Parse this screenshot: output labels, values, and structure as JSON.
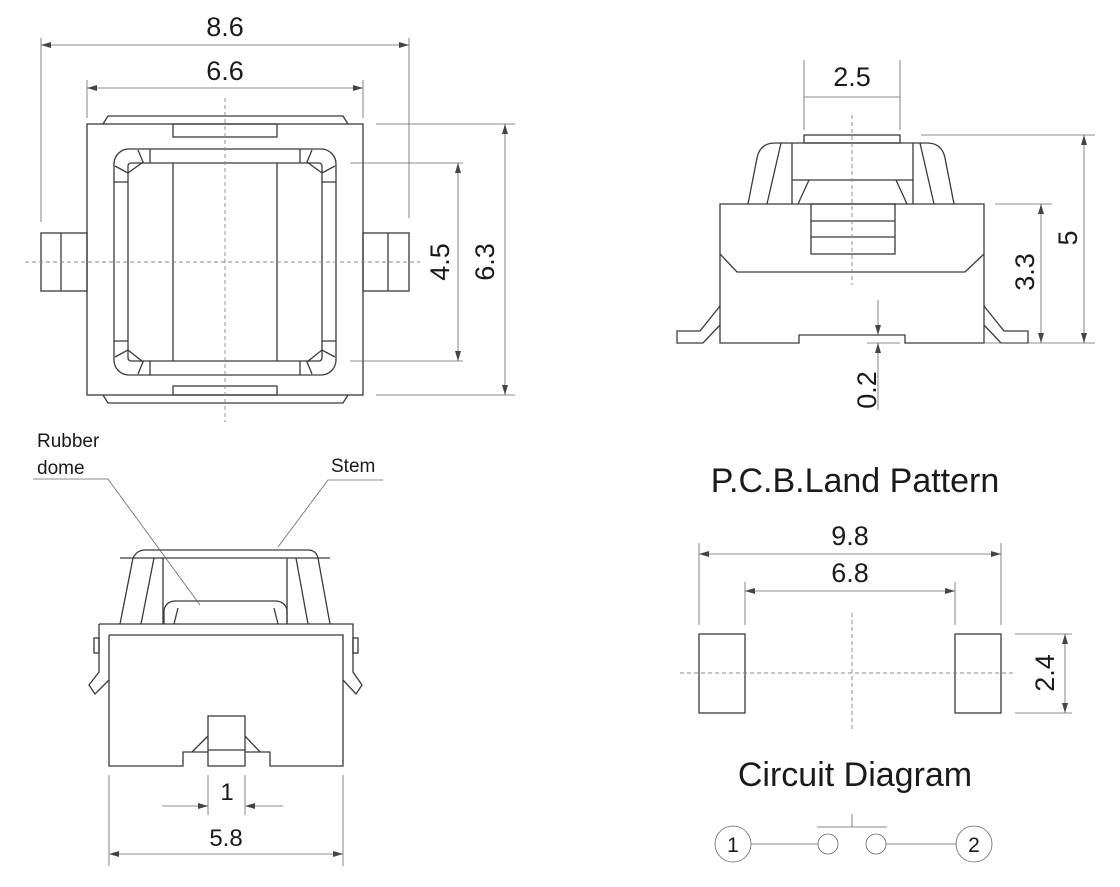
{
  "top_view": {
    "dims": {
      "overall_width": "8.6",
      "body_width": "6.6",
      "inner_height": "4.5",
      "body_height": "6.3"
    }
  },
  "side_view": {
    "dims": {
      "stem_width": "2.5",
      "total_height": "5",
      "body_height": "3.3",
      "standoff": "0.2"
    }
  },
  "front_view": {
    "labels": {
      "rubber_dome_line1": "Rubber",
      "rubber_dome_line2": "dome",
      "stem": "Stem"
    },
    "dims": {
      "terminal_width": "1",
      "body_width": "5.8"
    }
  },
  "pcb_land_pattern": {
    "title": "P.C.B.Land Pattern",
    "dims": {
      "outer": "9.8",
      "inner": "6.8",
      "pad_height": "2.4"
    }
  },
  "circuit_diagram": {
    "title": "Circuit Diagram",
    "terminals": [
      "1",
      "2"
    ]
  }
}
